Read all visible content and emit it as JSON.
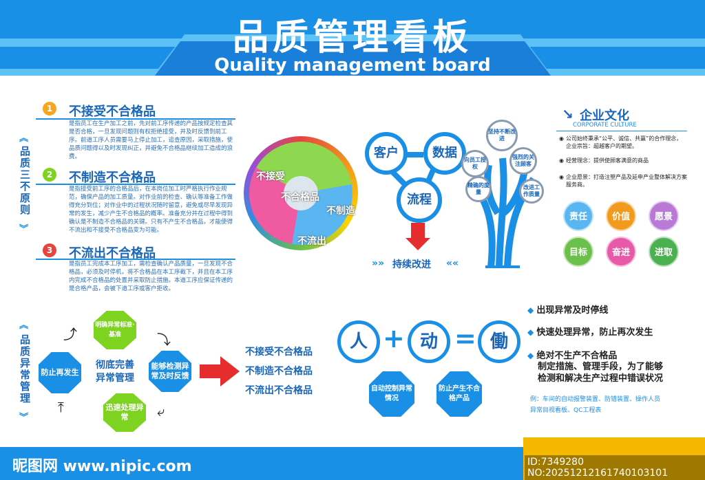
{
  "header": {
    "title_cn": "品质管理看板",
    "title_en": "Quality management board"
  },
  "left_side": {
    "vertical_label": "品质三不原则",
    "principles": [
      {
        "num": "1",
        "title": "不接受不合格品",
        "body": "是指员工在生产加工之前，先对前工序传递的产品按规定检查其是否合格，一旦发现问题则有权拒绝接受，并及时反馈到前工序。前道工序人员需要马上停止加工，追查原因，采取措施，使品质问题得以及时发现纠正，并避免不合格品继续加工造成的浪费。",
        "color": "#f5a623"
      },
      {
        "num": "2",
        "title": "不制造不合格品",
        "body": "是指接受前工序的合格品后，在本岗位加工时严格执行作业规范，确保产品的加工质量。对作业前的检查、确认等准备工作做得充分到位；对作业中的过程状况随时留意，避免或尽早发现异常的发生，减少产生不合格品的概率。准备充分并在过程中得到确认是不制造不合格品的关键。只有不产生不合格品，才能使得不流出和不接受不合格品变为可能。",
        "color": "#7ed321"
      },
      {
        "num": "3",
        "title": "不流出不合格品",
        "body": "是指员工完成本工序加工，需检查确认产品质量，一旦发现不合格品，必须及时停机，将不合格品在本工序截下，并且在本工序内完成不合格品的处置并采取防止措施。本道工序应保证传递的是合格产品，会被下道工序或客户拒收。",
        "color": "#e6453f"
      }
    ]
  },
  "pie": {
    "labels": [
      "不接受",
      "不合格品",
      "不制造",
      "不流出"
    ]
  },
  "bubbles": {
    "customer": "客户",
    "data": "数据",
    "process": "流程",
    "improve": "持续改进"
  },
  "tree": {
    "nodes": [
      "坚持不断改进",
      "向员工授权",
      "强烈的关注顾客",
      "精确的度量",
      "改进工作质量"
    ]
  },
  "culture": {
    "title": "企业文化",
    "subtitle": "CORPORATE CULTURE",
    "items": [
      "公司始终秉承“公平、诚信、共赢”的合作理念，企业宗旨：超越客户的期望。",
      "经营理念：提供使顾客满意的商品",
      "企业愿景：打造注塑产品及延申产业整体解决方案服务商。"
    ],
    "gems": [
      {
        "label": "责任",
        "color": "#5ab6f0"
      },
      {
        "label": "价值",
        "color": "#f29a1e"
      },
      {
        "label": "愿景",
        "color": "#b97ad6"
      },
      {
        "label": "目标",
        "color": "#6bc04b"
      },
      {
        "label": "奋进",
        "color": "#e85aa8"
      },
      {
        "label": "进取",
        "color": "#4caf50"
      }
    ]
  },
  "bottom_left": {
    "vertical_label": "品质异常管理",
    "cycle": {
      "top": "明确异常标准·基准",
      "right": "能够检测异常及时反馈",
      "bottom": "迅速处理异常",
      "left": "防止再发生",
      "center_line1": "彻底完善",
      "center_line2": "异常管理"
    },
    "list": [
      "不接受不合格品",
      "不制造不合格品",
      "不流出不合格品"
    ]
  },
  "formula": {
    "a": "人",
    "b": "动",
    "c": "働",
    "plus": "+",
    "eq": "=",
    "box1": "自动控制异常情况",
    "box2": "防止产生不合格产品"
  },
  "right_list": {
    "items": [
      "出现异常及时停线",
      "快速处理异常，防止再次发生",
      "绝对不生产不合格品",
      "制定措施、管理手段，为了能够",
      "检测和解决生产过程中错误状况"
    ],
    "example_line1": "例：车间的自动报警装置、防错装置、操作人员",
    "example_line2": "异常目视看板、QC工程表"
  },
  "footer": {
    "logo": "昵图网 www.nipic.com",
    "id": "ID:7349280 NO:20251212161740103101"
  }
}
